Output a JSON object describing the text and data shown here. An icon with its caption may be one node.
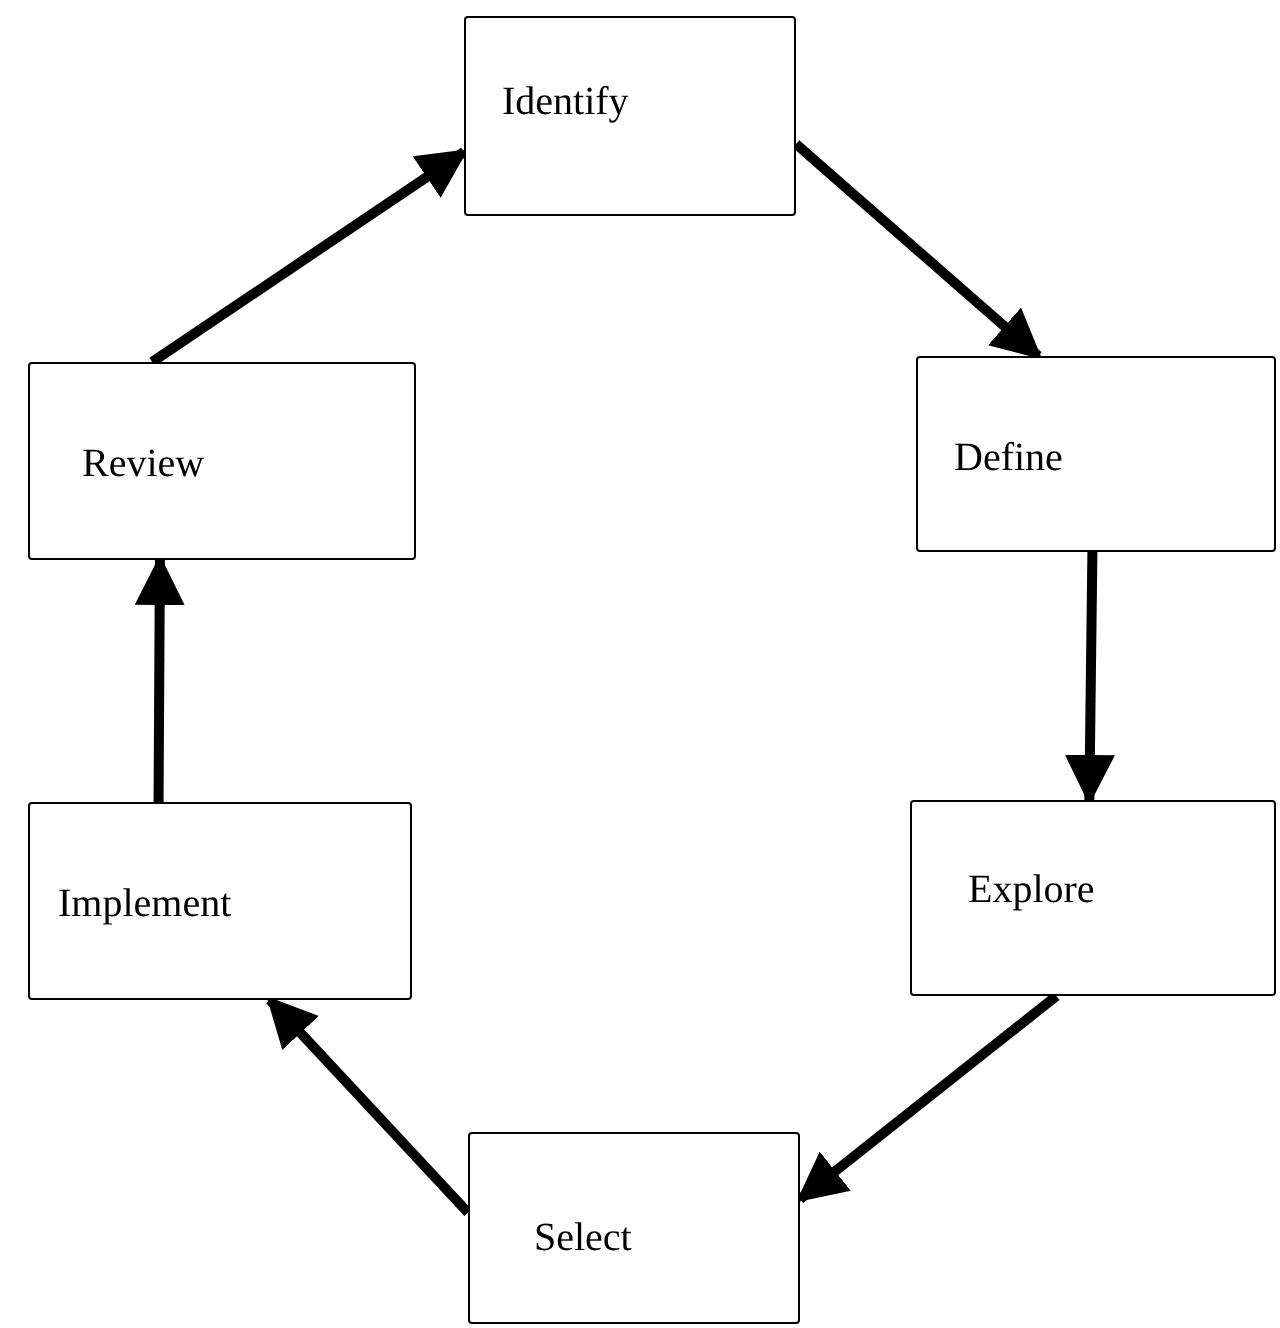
{
  "diagram": {
    "nodes": [
      {
        "text": [
          "Identify"
        ]
      },
      {
        "text": [
          "Define"
        ]
      },
      {
        "text": [
          "Explore"
        ]
      },
      {
        "text": [
          "Select"
        ]
      },
      {
        "text": [
          "Implement"
        ]
      },
      {
        "text": [
          "Review"
        ]
      }
    ],
    "edges": [
      {
        "from": 0,
        "to": 1,
        "arrow": "to"
      },
      {
        "from": 1,
        "to": 2,
        "arrow": "to"
      },
      {
        "from": 2,
        "to": 3,
        "arrow": "to"
      },
      {
        "from": 3,
        "to": 4,
        "arrow": "to"
      },
      {
        "from": 4,
        "to": 5,
        "arrow": "to"
      },
      {
        "from": 5,
        "to": 0,
        "arrow": "to"
      }
    ]
  }
}
